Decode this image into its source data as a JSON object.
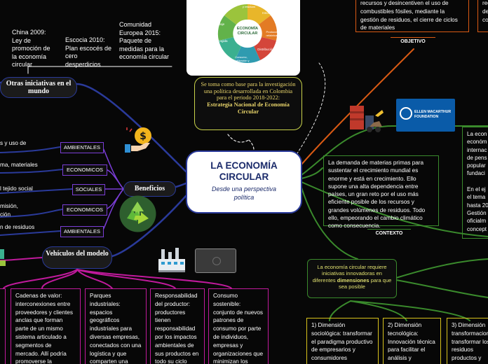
{
  "central": {
    "title": "LA ECONOMÍA CIRCULAR",
    "subtitle": "Desde una perspectiva política"
  },
  "wheel": {
    "center": "ECONOMÍA CIRCULAR",
    "segments": [
      "Materias primas y residuos",
      "Innovación",
      "Producción y refabricación",
      "Distribución",
      "Consumo, reutilización y reparación",
      "Reciclaje",
      "Recogida"
    ]
  },
  "intro_note": {
    "text": "Se toma como base para la investigación una política desarrollada en Colombia para el periodo 2018-2022:",
    "strong": "Estrategia Nacional de Economía Circular"
  },
  "otras": {
    "label": "Otras iniciativas en el mundo",
    "items": [
      "China 2009: Ley de promoción de la economía circular",
      "Escocia 2010: Plan escocés de cero desperdicios",
      "Comunidad Europea 2015: Paquete de medidas para la economía circular"
    ]
  },
  "beneficios": {
    "label": "Beneficios",
    "tags": [
      "AMBIENTALES",
      "ECONOMICOS",
      "SOCIALES",
      "ECONOMICOS",
      "AMBIENTALES"
    ],
    "left_texts": [
      "s y uso de",
      "ma, materiales",
      "l tejido social",
      "misión,\nción",
      "n de residuos"
    ]
  },
  "vehiculos": {
    "label": "Vehículos del modelo",
    "boxes": [
      "Cadenas de valor: interconexiones entre proveedores y clientes anclas que forman parte de un mismo sistema articulado a segmentos de mercado. Allí podría promoverse la",
      "Parques industriales: espacios geográficos industriales para diversas empresas, conectados con una logística y que comparten una",
      "Responsabilidad del productor: productores tienen responsabilidad por los impactos ambientales de sus productos en todo su ciclo",
      "Consumo sostenible: conjunto de nuevos patrones de consumo por parte de individuos, empresas y organizaciones que minimizan los impactos"
    ]
  },
  "objetivo": {
    "label": "OBJETIVO",
    "text": "recursos y desincentiven el uso de combustibles fósiles, mediante la gestión de residuos, el cierre de ciclos de materiales",
    "right_fragment": "recu\ndes\nco"
  },
  "contexto": {
    "label": "CONTEXTO",
    "text": "La demanda de materias primas para sustentar el crecimiento mundial es enorme y está en crecimiento. Ello supone una alta dependencia entre países, un gran reto por el uso más eficiente posible de los recursos y grandes volúmenes de residuos. Todo ello, empeorando el cambio climático como consecuencia."
  },
  "foundation": {
    "logo_line1": "ELLEN MACARTHUR",
    "logo_line2": "FOUNDATION",
    "text": "La econ\neconóm\ninternac\nde pens\npopular\nfundaci\n\nEn el ej\nel tema\nhasta 20\nGestión\noficialm\nconcept"
  },
  "dimensiones": {
    "intro_pre": "La economía circular requiere iniciativas innovadoras en diferentes",
    "intro_strong": "dimensiones",
    "intro_post": "para que sea posible",
    "boxes": [
      "1) Dimensión sociológica: transformar el paradigma productivo de empresarios y consumidores",
      "2) Dimensión tecnológica: Innovación técnica para facilitar el análisis y evaluación de",
      "3) Dimensión transformacional: transformar los residuos productos y nueva materia prima"
    ]
  }
}
